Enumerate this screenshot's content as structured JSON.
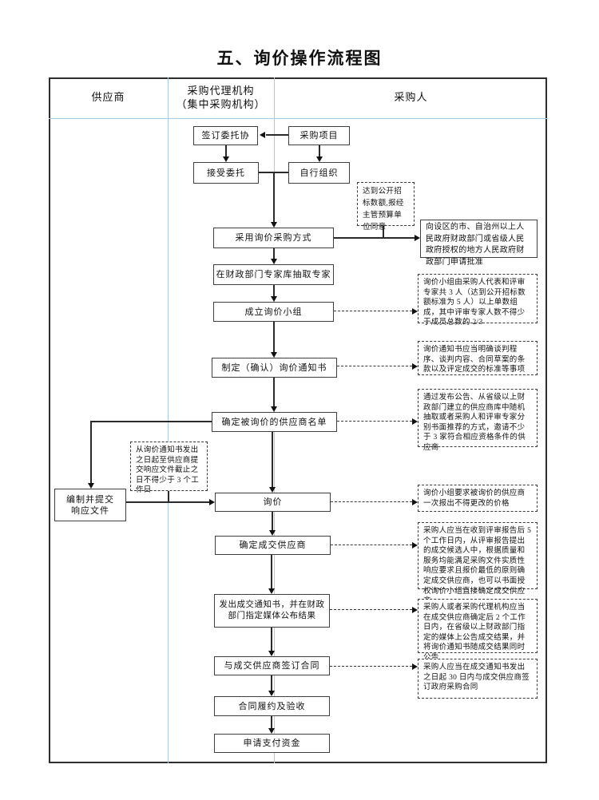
{
  "title": "五、询价操作流程图",
  "lanes": {
    "supplier": "供应商",
    "agency_line1": "采购代理机构",
    "agency_line2": "（集中采购机构）",
    "purchaser": "采购人"
  },
  "nodes": {
    "sign_agreement": "签订委托协",
    "procurement_project": "采购项目",
    "accept_entrustment": "接受委托",
    "self_organize": "自行组织",
    "adopt_inquiry": "采用询价采购方式",
    "extract_experts": "在财政部门专家库抽取专家",
    "form_inquiry_team": "成立询价小组",
    "make_notice": "制定（确认）询价通知书",
    "determine_suppliers": "确定被询价的供应商名单",
    "prepare_response_line1": "编制并提交",
    "prepare_response_line2": "响应文件",
    "inquiry": "询价",
    "determine_winner": "确定成交供应商",
    "issue_notice": "发出成交通知书，并在财政部门指定媒体公布结果",
    "sign_contract": "与成交供应商签订合同",
    "contract_performance": "合同履约及验收",
    "apply_payment": "申请支付资金"
  },
  "annotations": {
    "open_bid_threshold": "达到公开招标数额,报经主管预算单位同意",
    "apply_approval": "向设区的市、自治州以上人民政府财政部门或省级人民政府授权的地方人民政府财政部门申请批准",
    "team_composition": "询价小组由采购人代表和评审专家共 3 人（达到公开招标数额标准为 5 人）以上单数组成，其中评审专家人数不得少于成员总数的 2/3",
    "notice_content": "询价通知书应当明确谈判程序、谈判内容、合同草案的条款以及评定成交的标准等事项",
    "supplier_selection": "通过发布公告、从省级以上财政部门建立的供应商库中随机抽取或者采购人和评审专家分别书面推荐的方式，邀请不少于 3 家符合相应资格条件的供应商",
    "response_deadline": "从询价通知书发出之日起至供应商提交响应文件截止之日不得少于 3 个工作日",
    "one_quote": "询价小组要求被询价的供应商一次报出不得更改的价格",
    "winner_determination": "采购人应当在收到评审报告后 5 个工作日内，从评审报告提出的成交候选人中，根据质量和服务均能满足采购文件实质性响应要求且报价最低的原则确定成交供应商，也可以书面授权询价小组直接确定成交供应商",
    "result_announcement": "采购人或者采购代理机构应当在成交供应商确定后 2 个工作日内，在省级以上财政部门指定的媒体上公告成交结果，并将询价通知书随成交结果同时公告",
    "contract_deadline": "采购人应当在成交通知书发出之日起 30 日内与成交供应商签订政府采购合同"
  },
  "colors": {
    "lane_divider": "#a9cde9",
    "line": "#2a2a2a",
    "text": "#111111"
  }
}
